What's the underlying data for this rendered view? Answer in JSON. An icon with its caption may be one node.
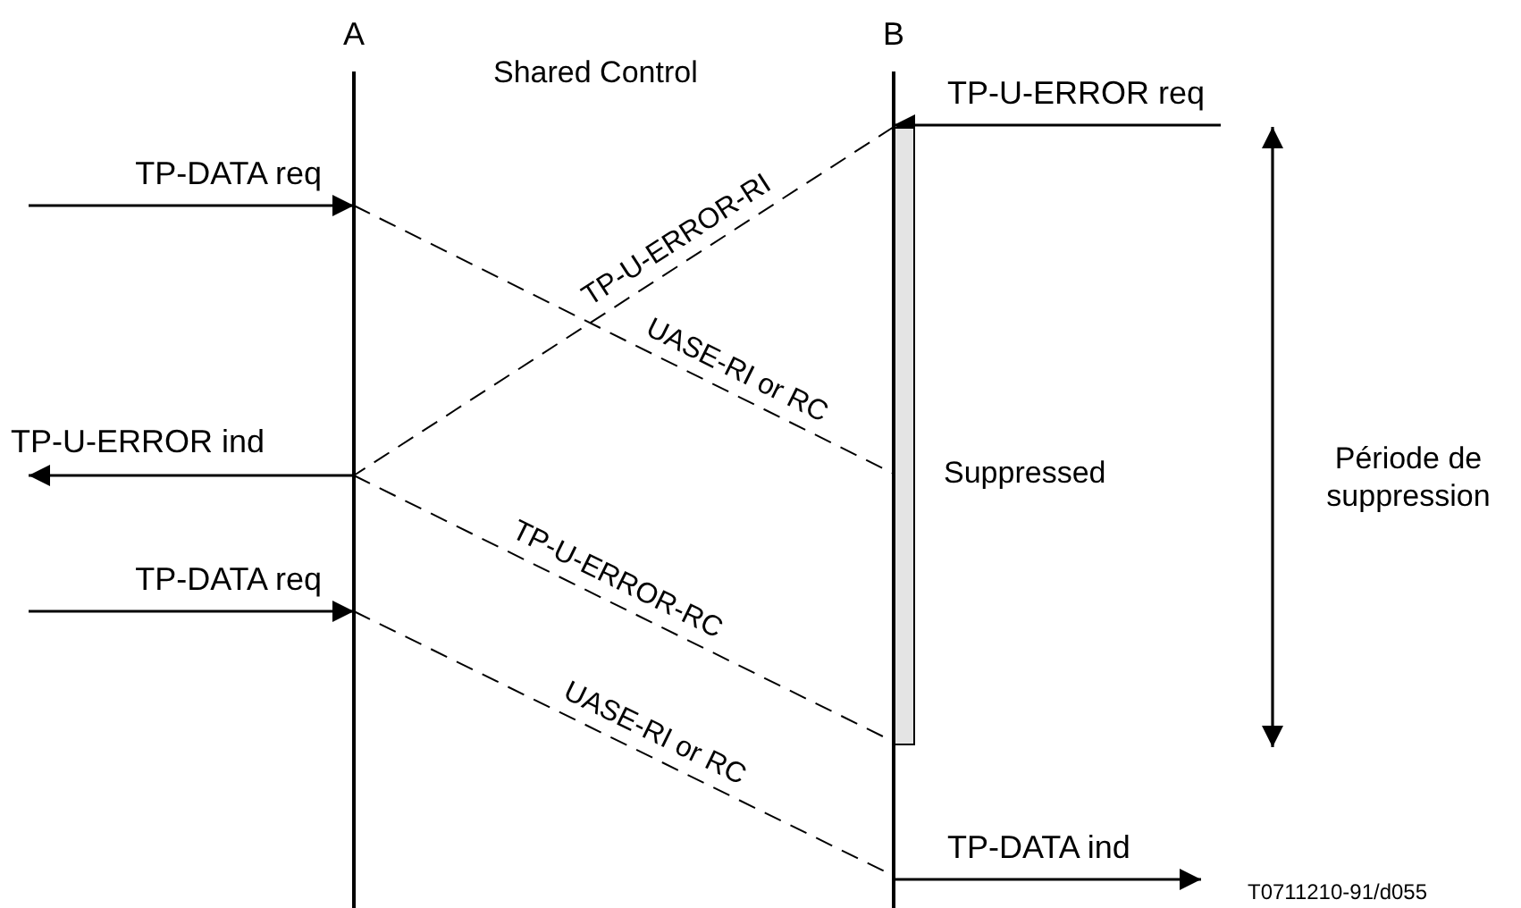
{
  "diagram": {
    "nodes": [
      {
        "text": [
          "A"
        ]
      },
      {
        "text": [
          "B"
        ]
      },
      {
        "text": [],
        "shape": "bar",
        "beside": [
          "Suppressed"
        ]
      }
    ],
    "edges": [
      {
        "from": null,
        "to": 0,
        "arrow": "to",
        "label": "TP-DATA req"
      },
      {
        "from": 0,
        "to": 2,
        "arrow": "none",
        "label": "UASE-RI or RC",
        "style": "dashed"
      },
      {
        "from": null,
        "to": 1,
        "arrow": "to",
        "label": "TP-U-ERROR req"
      },
      {
        "from": 2,
        "to": 0,
        "arrow": "none",
        "label": "TP-U-ERROR-RI",
        "style": "dashed"
      },
      {
        "from": 0,
        "to": null,
        "arrow": "to",
        "label": "TP-U-ERROR ind"
      },
      {
        "from": 0,
        "to": 2,
        "arrow": "none",
        "label": "TP-U-ERROR-RC",
        "style": "dashed"
      },
      {
        "from": null,
        "to": 0,
        "arrow": "to",
        "label": "TP-DATA req"
      },
      {
        "from": 0,
        "to": 1,
        "arrow": "none",
        "label": "UASE-RI or RC",
        "style": "dashed"
      },
      {
        "from": 1,
        "to": null,
        "arrow": "to",
        "label": "TP-DATA ind"
      }
    ],
    "labels": [
      "Shared Control",
      "Période de suppression",
      "T0711210-91/d055"
    ]
  }
}
